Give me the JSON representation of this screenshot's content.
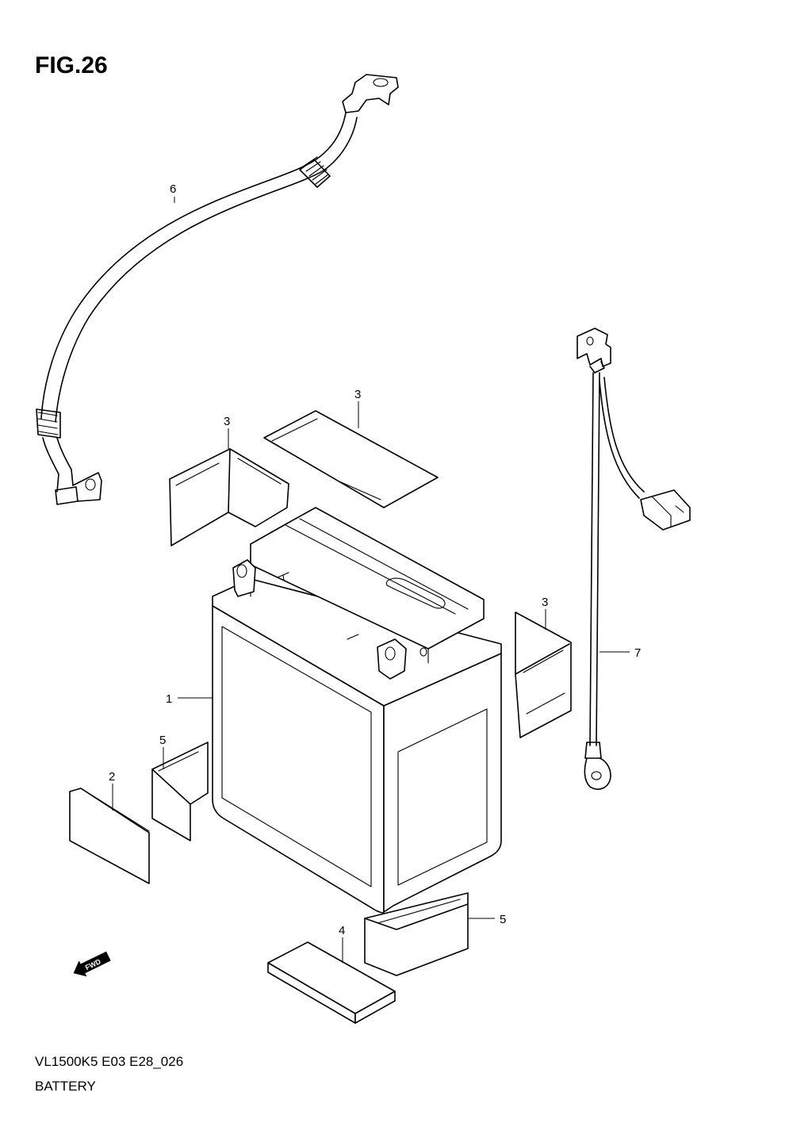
{
  "figure": {
    "title": "FIG.26",
    "model_code": "VL1500K5  E03  E28_026",
    "section_name": "BATTERY"
  },
  "callouts": {
    "battery": "1",
    "label_side": "2",
    "pad_top": "3",
    "pad_left": "3",
    "pad_right": "3",
    "spacer_bottom": "4",
    "cushion_left": "5",
    "cushion_bottom": "5",
    "cable_negative": "6",
    "wire_ground": "7"
  },
  "fwd_badge": "FWD"
}
